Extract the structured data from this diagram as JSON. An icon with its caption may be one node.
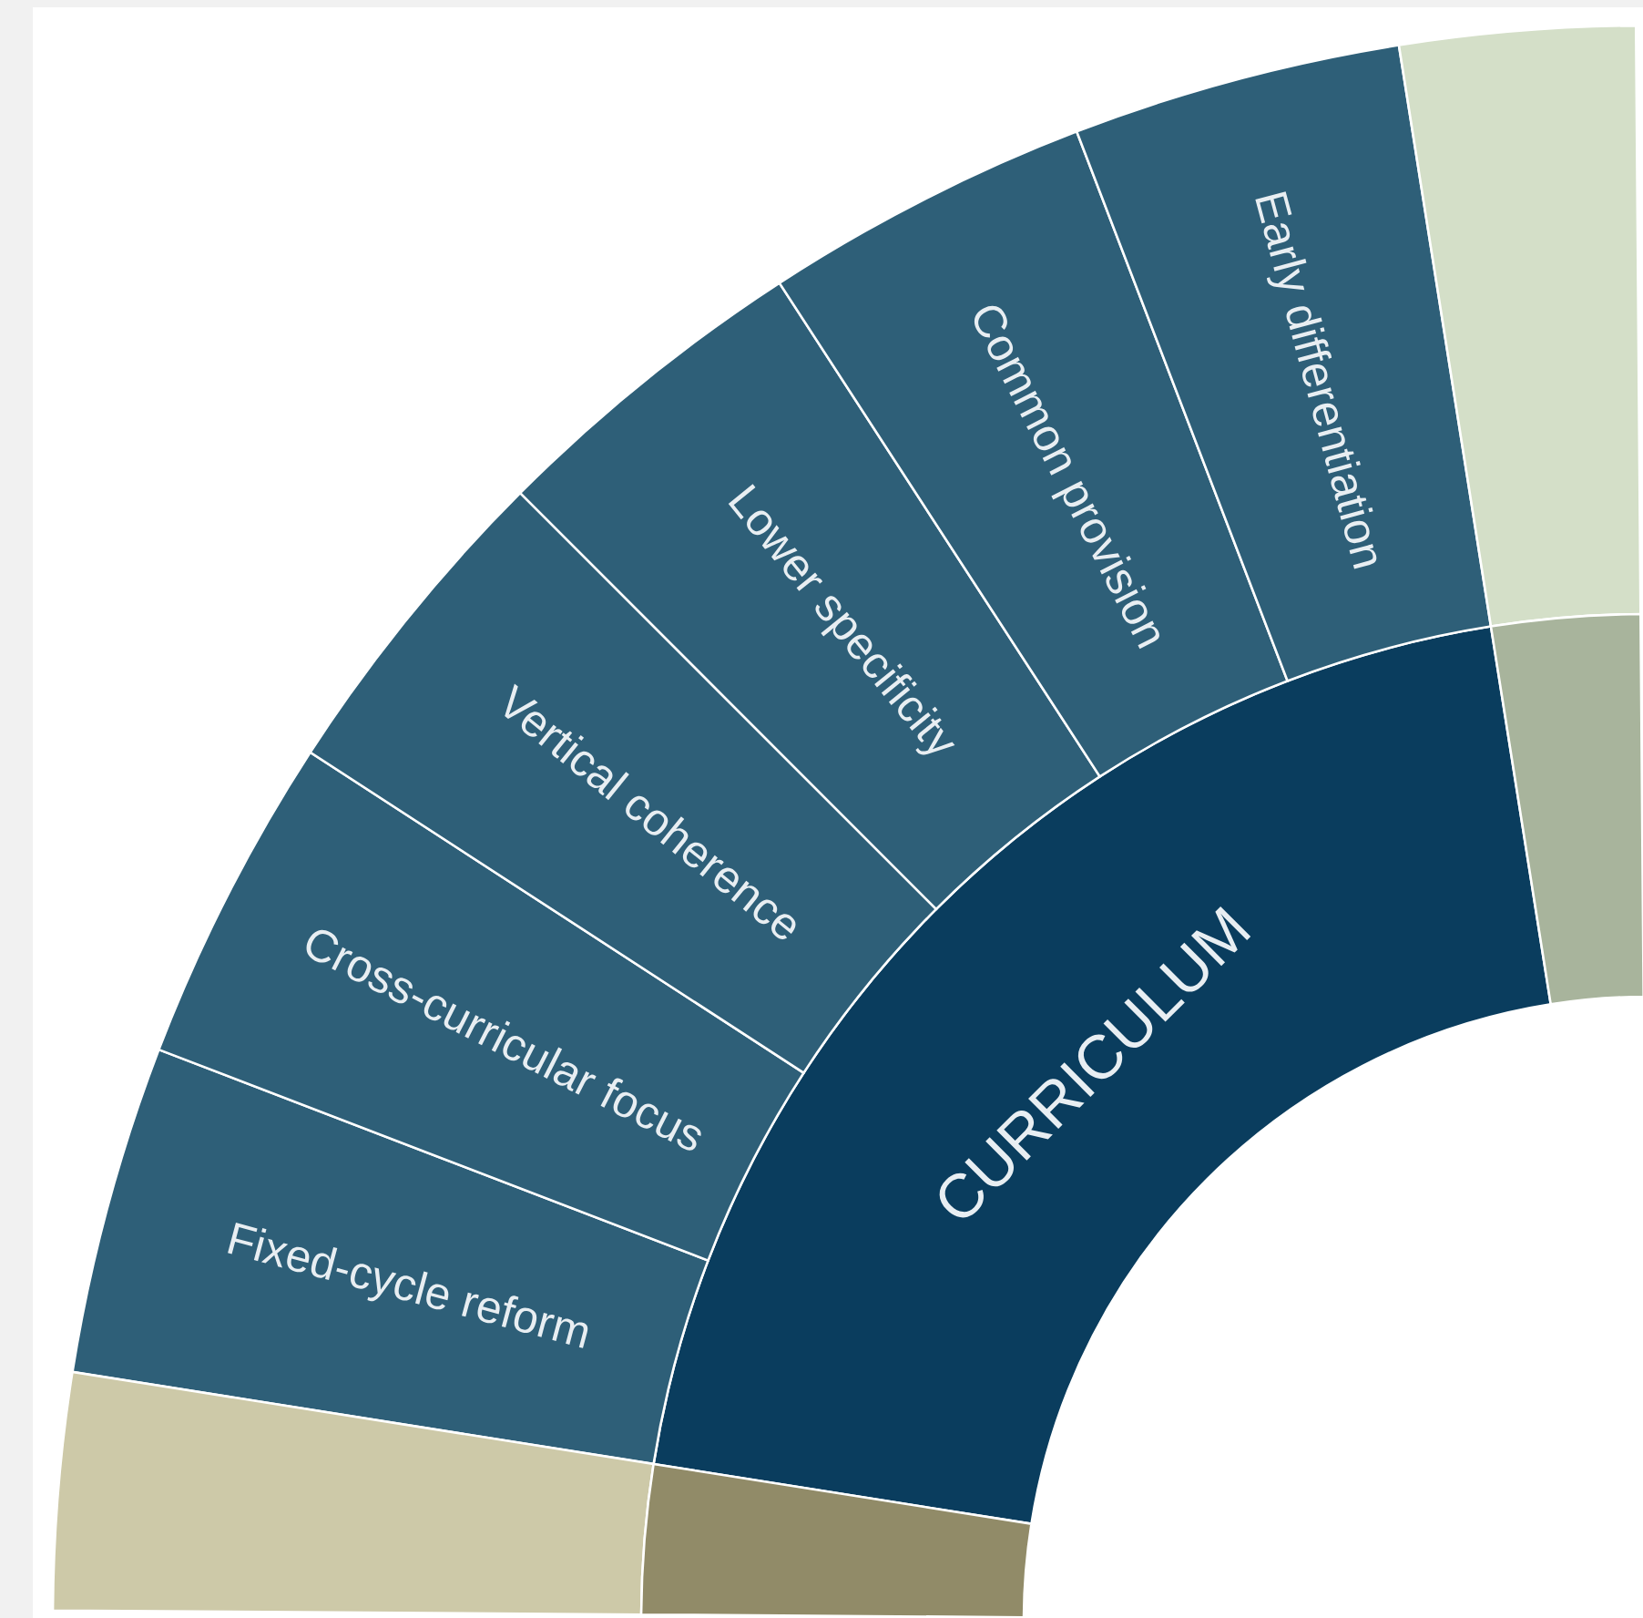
{
  "diagram": {
    "nodes": [
      {
        "text": [
          "CURRICULUM"
        ]
      },
      {
        "text": [
          "Fixed-cycle reform"
        ]
      },
      {
        "text": [
          "Cross-curricular focus"
        ]
      },
      {
        "text": [
          "Vertical coherence"
        ]
      },
      {
        "text": [
          "Lower specificity"
        ]
      },
      {
        "text": [
          "Common provision"
        ]
      },
      {
        "text": [
          "Early differentiation"
        ]
      },
      {
        "text": [],
        "shape": "band"
      },
      {
        "text": [],
        "shape": "band"
      },
      {
        "text": [],
        "shape": "band"
      },
      {
        "text": [],
        "shape": "band"
      }
    ]
  }
}
